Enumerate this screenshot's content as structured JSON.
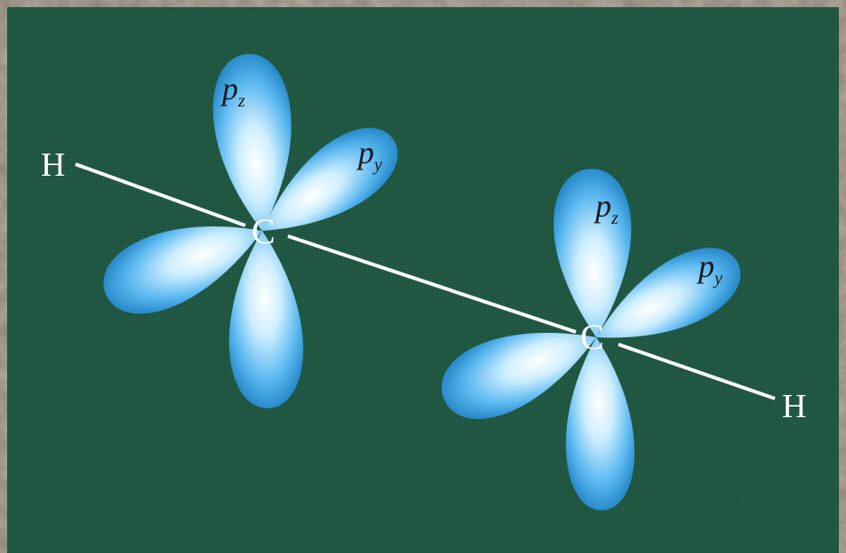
{
  "colors": {
    "frame": "#8a8272",
    "panel": "#1f5540",
    "lobe_edge": "#2f8fd0",
    "lobe_core": "#ffffff",
    "bond": "#ffffff",
    "label": "#ffffff",
    "orbital_label": "#1a1a1a"
  },
  "molecule": {
    "atoms": {
      "h_left": "H",
      "c_left": "C",
      "c_right": "C",
      "h_right": "H"
    },
    "left_carbon": {
      "pz_label": "p",
      "pz_sub": "z",
      "py_label": "p",
      "py_sub": "y"
    },
    "right_carbon": {
      "pz_label": "p",
      "pz_sub": "z",
      "py_label": "p",
      "py_sub": "y"
    }
  }
}
